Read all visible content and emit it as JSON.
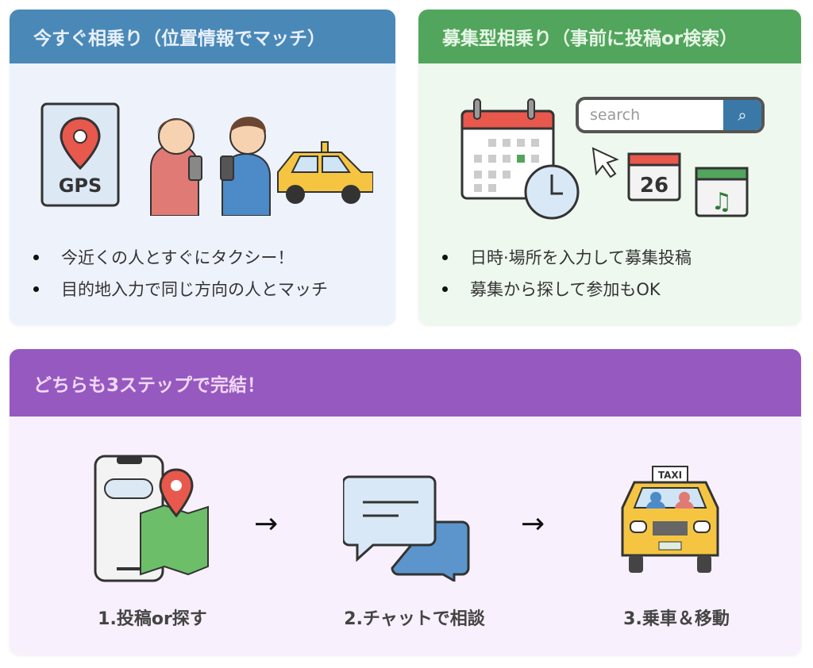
{
  "instant": {
    "title": "今すぐ相乗り（位置情報でマッチ）",
    "gps_label": "GPS",
    "bullets": [
      "今近くの人とすぐにタクシー！",
      "目的地入力で同じ方向の人とマッチ"
    ],
    "color": "#4a88b8"
  },
  "scheduled": {
    "title": "募集型相乗り（事前に投稿or検索）",
    "search_placeholder": "search",
    "calendar_day": "26",
    "bullets": [
      "日時·場所を入力して募集投稿",
      "募集から探して参加もOK"
    ],
    "color": "#52a55c"
  },
  "steps": {
    "title": "どちらも3ステップで完結！",
    "color": "#9659c0",
    "arrow": "→",
    "taxi_sign": "TAXI",
    "items": [
      {
        "label": "1.投稿or探す",
        "icon": "phone-map-icon"
      },
      {
        "label": "2.チャットで相談",
        "icon": "chat-icon"
      },
      {
        "label": "3.乗車＆移動",
        "icon": "taxi-icon"
      }
    ]
  }
}
